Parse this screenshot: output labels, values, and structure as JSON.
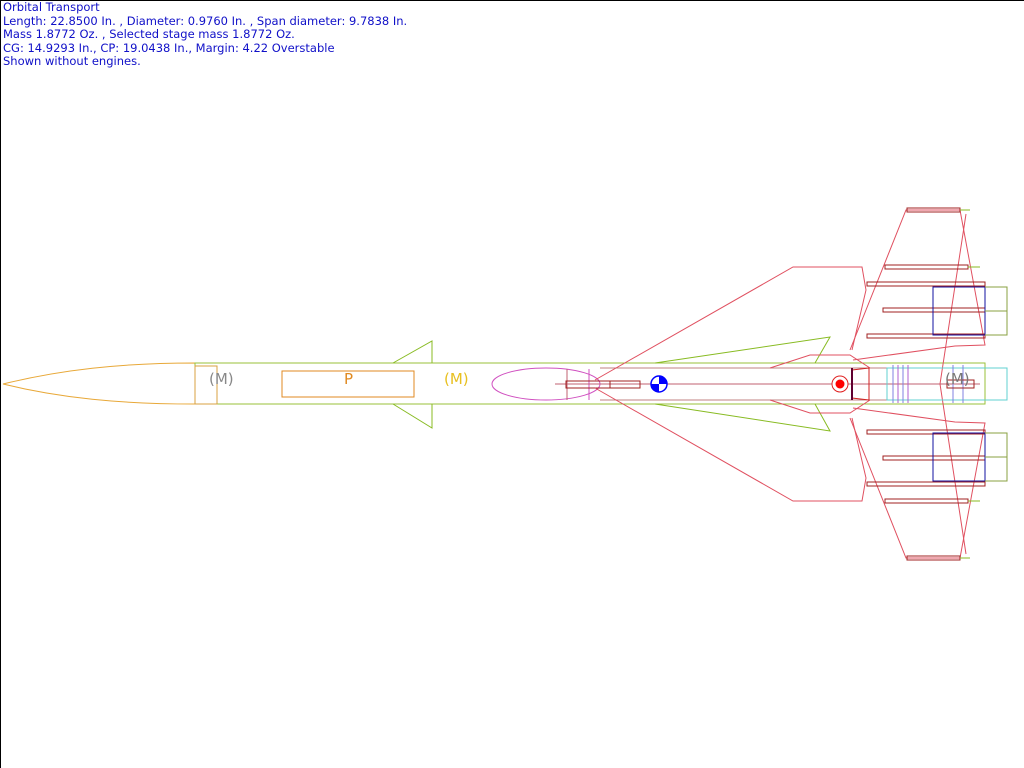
{
  "info": {
    "title": "Orbital Transport",
    "dimensions": "Length: 22.8500 In. , Diameter: 0.9760 In. , Span diameter: 9.7838 In.",
    "mass": "Mass 1.8772 Oz. , Selected stage mass 1.8772 Oz.",
    "stability": "CG: 14.9293 In., CP: 19.0438 In., Margin: 4.22 Overstable",
    "note": "Shown without engines."
  },
  "labels": {
    "mass_1": "(M)",
    "parachute": "P",
    "mass_2": "(M)",
    "mass_3": "(M)"
  },
  "colors": {
    "text": "#1010c8",
    "nose": "#e8a838",
    "body": "#99c23a",
    "fins": "#e05060",
    "tube": "#a02020",
    "pod": "#1010a0",
    "cg": "#0000ff",
    "cp": "#ff0000"
  }
}
